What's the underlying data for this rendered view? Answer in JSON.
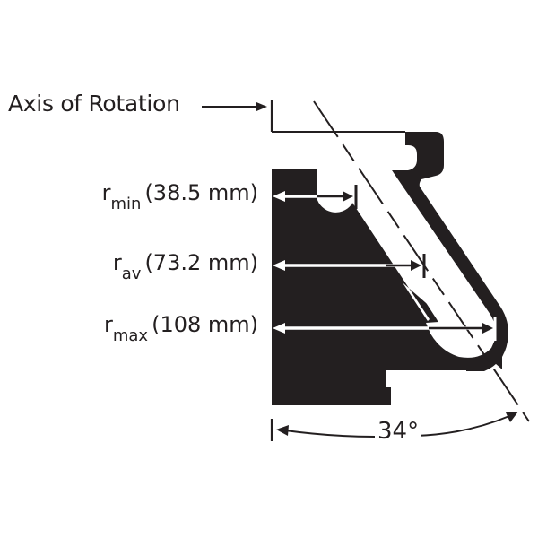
{
  "diagram": {
    "type": "centrifuge-rotor-cross-section",
    "axis_label": "Axis of Rotation",
    "radii": [
      {
        "symbol": "r",
        "subscript": "min",
        "value": "(38.5 mm)"
      },
      {
        "symbol": "r",
        "subscript": "av",
        "value": "(73.2 mm)"
      },
      {
        "symbol": "r",
        "subscript": "max",
        "value": "(108 mm)"
      }
    ],
    "angle_label": "34°",
    "colors": {
      "ink": "#231f20",
      "background": "#ffffff"
    }
  }
}
